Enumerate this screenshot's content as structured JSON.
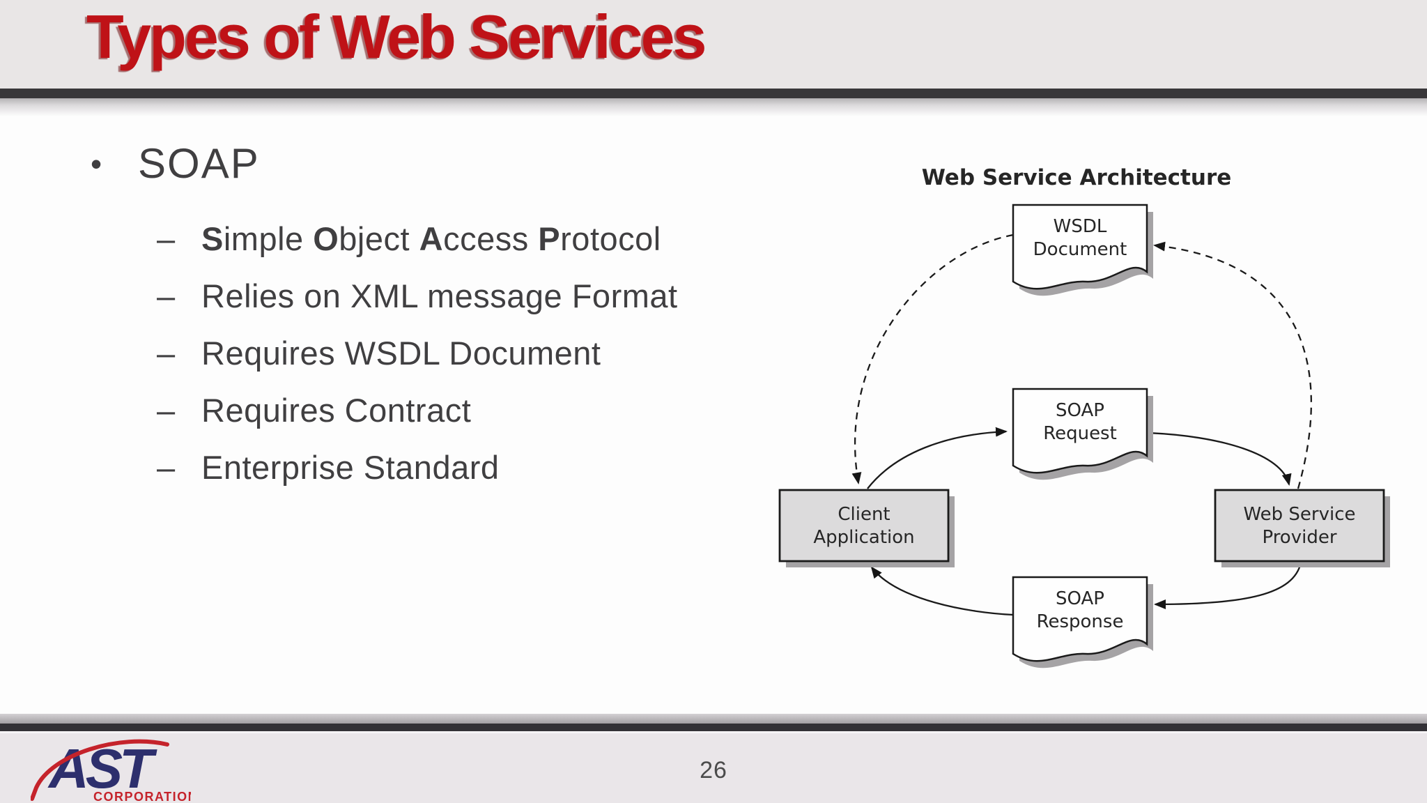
{
  "slide": {
    "title": "Types of Web Services"
  },
  "bullets": {
    "marker_main": "•",
    "marker_sub": "–",
    "main": "SOAP",
    "sub_items": [
      {
        "segments": [
          {
            "t": "S",
            "b": true
          },
          {
            "t": "imple ",
            "b": false
          },
          {
            "t": "O",
            "b": true
          },
          {
            "t": "bject ",
            "b": false
          },
          {
            "t": "A",
            "b": true
          },
          {
            "t": "ccess ",
            "b": false
          },
          {
            "t": "P",
            "b": true
          },
          {
            "t": "rotocol",
            "b": false
          }
        ]
      },
      {
        "segments": [
          {
            "t": "Relies on XML message Format",
            "b": false
          }
        ]
      },
      {
        "segments": [
          {
            "t": "Requires WSDL Document",
            "b": false
          }
        ]
      },
      {
        "segments": [
          {
            "t": "Requires Contract",
            "b": false
          }
        ]
      },
      {
        "segments": [
          {
            "t": "Enterprise Standard",
            "b": false
          }
        ]
      }
    ]
  },
  "diagram": {
    "title": "Web Service Architecture",
    "nodes": {
      "wsdl": {
        "line1": "WSDL",
        "line2": "Document"
      },
      "request": {
        "line1": "SOAP",
        "line2": "Request"
      },
      "response": {
        "line1": "SOAP",
        "line2": "Response"
      },
      "client": {
        "line1": "Client",
        "line2": "Application"
      },
      "provider": {
        "line1": "Web Service",
        "line2": "Provider"
      }
    },
    "edges": [
      {
        "from": "wsdl",
        "to": "client",
        "style": "dashed"
      },
      {
        "from": "provider",
        "to": "wsdl",
        "style": "dashed"
      },
      {
        "from": "client",
        "to": "request",
        "style": "solid"
      },
      {
        "from": "request",
        "to": "provider",
        "style": "solid"
      },
      {
        "from": "provider",
        "to": "response",
        "style": "solid"
      },
      {
        "from": "response",
        "to": "client",
        "style": "solid"
      }
    ]
  },
  "footer": {
    "logo_text": "AST",
    "logo_subtext": "CORPORATION",
    "page_number": "26"
  },
  "colors": {
    "title_red": "#bf1217",
    "header_bg": "#e9e6e6",
    "divider_dark": "#39373a",
    "body_text": "#403f41",
    "content_bg": "#fdfdfd",
    "footer_bg": "#eae6e9",
    "diagram_box_fill": "#dcdbdc",
    "diagram_doc_fill": "#fefefe",
    "diagram_shadow": "#a5a3a5",
    "diagram_stroke": "#1a1a1a",
    "logo_navy": "#2d2f6d",
    "logo_red": "#c5232b"
  }
}
